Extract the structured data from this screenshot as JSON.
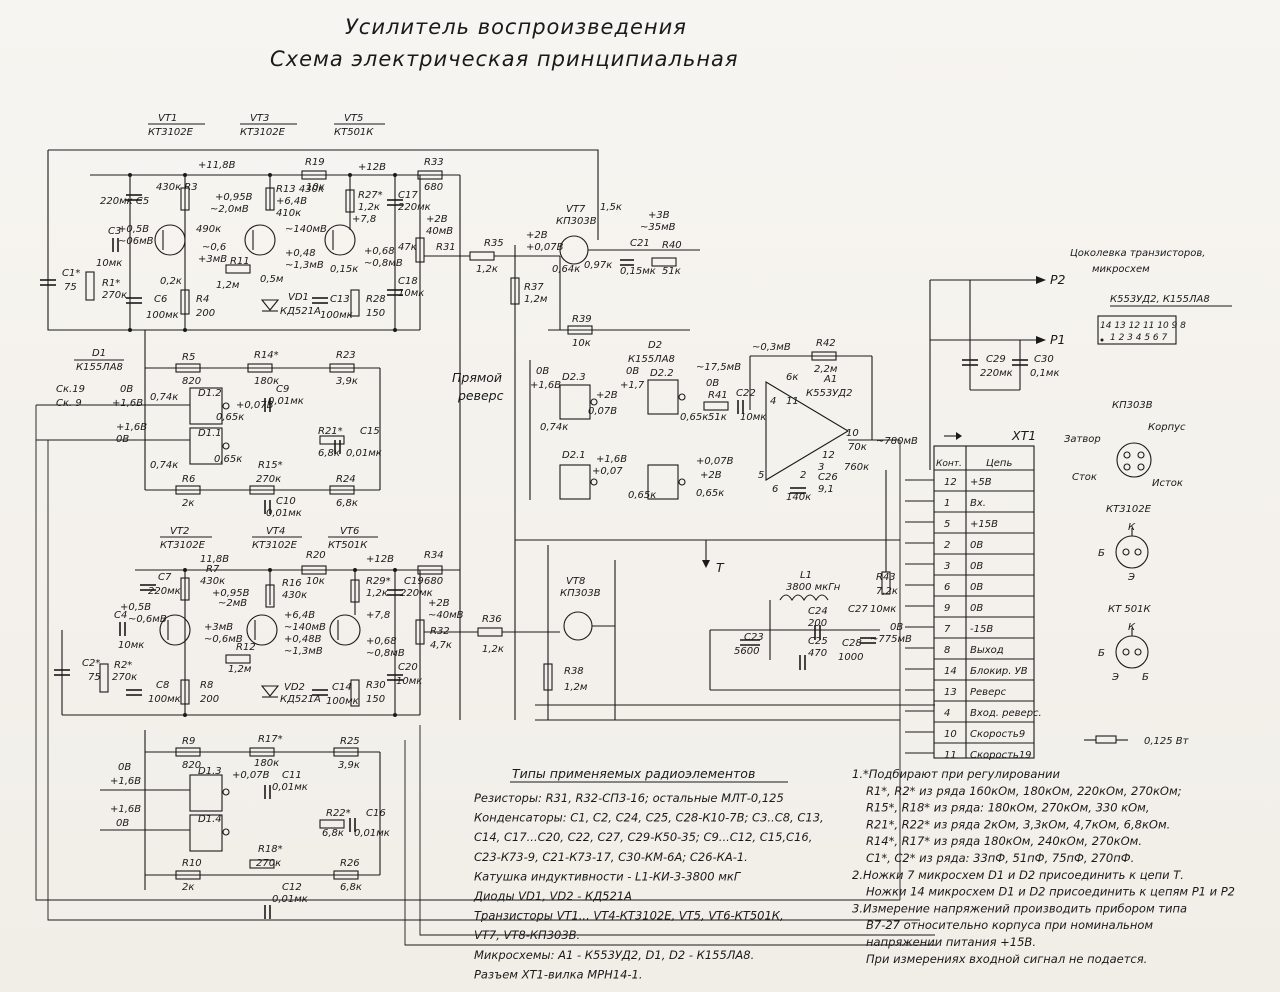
{
  "title": {
    "line1": "Усилитель воспроизведения",
    "line2": "Схема электрическая принципиальная"
  },
  "transistors_top": [
    {
      "ref": "VT1",
      "type": "КТ3102Е"
    },
    {
      "ref": "VT3",
      "type": "КТ3102Е"
    },
    {
      "ref": "VT5",
      "type": "КТ501К"
    }
  ],
  "transistors_bottom": [
    {
      "ref": "VT2",
      "type": "КТ3102Е"
    },
    {
      "ref": "VT4",
      "type": "КТ3102Е"
    },
    {
      "ref": "VT6",
      "type": "КТ501К"
    }
  ],
  "top_channel": {
    "supply_118": "+11,8В",
    "supply_128": "+12В",
    "c5": "220мк С5",
    "r3": "430к R3",
    "v095": "+0,95В",
    "v2mv": "~2,0мВ",
    "r13": "R13 430к",
    "v64": "+6,4В",
    "r13b": "410к",
    "r19": "R19",
    "r19v": "10к",
    "r33": "R33",
    "r33v": "680",
    "r27": "R27*",
    "r27v": "1,2к",
    "c17": "С17",
    "c17v": "220мк",
    "v78": "+7,8",
    "r31": "R31",
    "r31v": "47к",
    "c3": "С3",
    "c3v": "10мк",
    "v05": "+0,5В",
    "v06mv": "~06мВ",
    "r490": "490к",
    "v06": "~0,6",
    "v3mv": "+3мВ",
    "v140mv": "~140мВ",
    "v048": "+0,48",
    "v13mv": "~1,3мВ",
    "v068": "+0,68",
    "v08mv": "~0,8мВ",
    "r11": "R11",
    "r11v": "1,2м",
    "r05m": "0,5м",
    "r015": "0,15к",
    "c1": "С1*",
    "c1v": "75",
    "r1": "R1*",
    "r1v": "270к",
    "r02k": "0,2к",
    "c6": "С6",
    "c6v": "100мк",
    "r4": "R4",
    "r4v": "200",
    "vd1": "VD1",
    "vd1v": "КД521А",
    "c13": "С13",
    "c13v": "100мк",
    "r28": "R28",
    "r28v": "150",
    "c18": "С18",
    "c18v": "10мк",
    "v2b": "+2В",
    "v40mv": "40мВ"
  },
  "bottom_channel": {
    "supply_118": "11,8В",
    "supply_128": "+12В",
    "c7": "С7",
    "c7v": "220мк",
    "r7": "R7",
    "r7v": "430к",
    "v095": "+0,95В",
    "v2mv": "~2мВ",
    "r16": "R16",
    "r16v": "430к",
    "r20": "R20",
    "r20v": "10к",
    "r34": "R34",
    "r34v": "680",
    "r29": "R29*",
    "r29v": "1,2к",
    "c19": "С19",
    "c19v": "220мк",
    "c4": "С4",
    "c4v": "10мк",
    "v05": "+0,5В",
    "v06mv": "~0,6мВ",
    "v3mv": "+3мВ",
    "v06": "~0,6мВ",
    "v64": "+6,4В",
    "v140mv": "~140мВ",
    "v048": "+0,48В",
    "v13mv": "~1,3мВ",
    "v78": "+7,8",
    "v068": "+0,68",
    "v08mv": "~0,8мВ",
    "r12": "R12",
    "r12v": "1,2м",
    "v2b": "+2В",
    "v40mv": "~40мВ",
    "r32": "R32",
    "r32v": "4,7к",
    "r36": "R36",
    "r36v": "1,2к",
    "c2": "С2*",
    "c2v": "75",
    "r2": "R2*",
    "r2v": "270к",
    "c8": "С8",
    "c8v": "100мк",
    "r8": "R8",
    "r8v": "200",
    "vd2": "VD2",
    "vd2v": "КД521А",
    "c14": "С14",
    "c14v": "100мк",
    "r30": "R30",
    "r30v": "150",
    "c20": "С20",
    "c20v": "10мк"
  },
  "d1_logic": {
    "ref": "D1",
    "type": "К155ЛА8",
    "r5": "R5",
    "r5v": "820",
    "r14": "R14*",
    "r14v": "180к",
    "r23": "R23",
    "r23v": "3,9к",
    "sk19": "Ск.19",
    "sk9": "Ск. 9",
    "v0": "0В",
    "v16": "+1,6В",
    "d12": "D1.2",
    "v074": "0,74к",
    "v007": "+0,07В",
    "c9": "С9",
    "c9v": "0,01мк",
    "v065": "0,65к",
    "v16b": "+1,6В",
    "v0b": "0В",
    "d11": "D1.1",
    "r21": "R21*",
    "r21v": "6,8к",
    "c15": "С15",
    "c15v": "0,01мк",
    "v074b": "0,74к",
    "v065b": "0,65к",
    "r15": "R15*",
    "r15v": "270к",
    "r6": "R6",
    "r6v": "2к",
    "c10": "С10",
    "c10v": "0,01мк",
    "r24": "R24",
    "r24v": "6,8к"
  },
  "d1_lower": {
    "r9": "R9",
    "r9v": "820",
    "r17": "R17*",
    "r17v": "180к",
    "r25": "R25",
    "r25v": "3,9к",
    "v0": "0В",
    "v16": "+1,6В",
    "d13": "D1.3",
    "v007": "+0,07В",
    "c11": "С11",
    "c11v": "0,01мк",
    "v16b": "+1,6В",
    "v0b": "0В",
    "d14": "D1.4",
    "r22": "R22*",
    "r22v": "6,8к",
    "c16": "С16",
    "c16v": "0,01мк",
    "r18": "R18*",
    "r18v": "270к",
    "r10": "R10",
    "r10v": "2к",
    "c12": "С12",
    "c12v": "0,01мк",
    "r26": "R26",
    "r26v": "6,8к"
  },
  "center": {
    "vt7": "VT7",
    "vt7v": "КП303В",
    "r15k": "1,5к",
    "r35": "R35",
    "r35v": "1,2к",
    "v2b": "+2В",
    "v007": "+0,07В",
    "v064": "0,64к",
    "v097": "0,97к",
    "v3b": "+3В",
    "v35mv": "~35мВ",
    "c21": "С21",
    "r40": "R40",
    "c21v": "0,15мк",
    "r40v": "51к",
    "r37": "R37",
    "r37v": "1,2м",
    "r39": "R39",
    "r39v": "10к",
    "pryamoy": "Прямой",
    "revers": "реверс",
    "d2": "D2",
    "d2v": "К155ЛА8",
    "v0a": "0В",
    "v16a": "+1,6В",
    "d23": "D2.3",
    "v28": "+2В",
    "v007b": "0,07В",
    "v074": "0,74к",
    "v0b": "0В",
    "v17": "+1,7",
    "d22": "D2.2",
    "v065": "0,65к",
    "v175mv": "~17,5мВ",
    "v0c": "0В",
    "r41": "R41",
    "r41v": "51к",
    "c22": "С22",
    "c22v": "10мк",
    "d21": "D2.1",
    "v16b": "+1,6В",
    "v007c": "+0,07",
    "v0078": "+0,07В",
    "v2bb": "+2В",
    "v065b": "0,65к",
    "v065c": "0,65к",
    "t": "Т",
    "vt8": "VT8",
    "vt8v": "КП303В",
    "r38": "R38",
    "r38v": "1,2м"
  },
  "opamp": {
    "a1": "А1",
    "a1v": "К553УД2",
    "r42": "R42",
    "r42v": "2,2м",
    "v03mv": "~0,3мВ",
    "r6k": "6к",
    "pin11": "11",
    "pin2": "2",
    "pin3": "3",
    "pin4": "4",
    "pin5": "5",
    "pin6": "6",
    "pin10": "10",
    "pin12": "12",
    "v70k": "70к",
    "v760k": "760к",
    "out": "~780мВ",
    "c26": "С26",
    "c26v": "9,1",
    "r140k": "140к",
    "l1": "L1",
    "l1v": "3800 мкГн",
    "c24": "С24",
    "c24v": "200",
    "c23": "С23",
    "c23v": "5600",
    "c25": "С25",
    "c25v": "470",
    "c27": "С27",
    "c27v": "10мк",
    "c28": "С28",
    "c28v": "1000",
    "r43": "R43",
    "r43v": "7,2к",
    "v0b": "0В",
    "v775": "~775мВ",
    "c29": "С29",
    "c29v": "220мк",
    "c30": "С30",
    "c30v": "0,1мк",
    "p1": "Р1",
    "p2": "Р2"
  },
  "connector": {
    "ref": "XT1",
    "col1": "Конт.",
    "col2": "Цепь",
    "rows": [
      {
        "pin": "12",
        "net": "+5В"
      },
      {
        "pin": "1",
        "net": "Вх."
      },
      {
        "pin": "5",
        "net": "+15В"
      },
      {
        "pin": "2",
        "net": "0В"
      },
      {
        "pin": "3",
        "net": "0В"
      },
      {
        "pin": "6",
        "net": "0В"
      },
      {
        "pin": "9",
        "net": "0В"
      },
      {
        "pin": "7",
        "net": "-15В"
      },
      {
        "pin": "8",
        "net": "Выход"
      },
      {
        "pin": "14",
        "net": "Блокир. УВ"
      },
      {
        "pin": "13",
        "net": "Реверс"
      },
      {
        "pin": "4",
        "net": "Вход. реверс."
      },
      {
        "pin": "10",
        "net": "Скорость9"
      },
      {
        "pin": "11",
        "net": "Скорость19"
      }
    ]
  },
  "pinout": {
    "heading1": "Цоколевка транзисторов,",
    "heading2": "микросхем",
    "ic_label": "К553УД2, К155ЛА8",
    "ic_top": "14 13 12 11 10 9 8",
    "ic_bottom": "1 2 3 4 5 6 7",
    "kp303": "КП303В",
    "zatvor": "Затвор",
    "korpus": "Корпус",
    "stok": "Сток",
    "istok": "Исток",
    "kt3102": "КТ3102Е",
    "kt501": "КТ 501К",
    "k1": "К",
    "b1": "Б",
    "e1": "Э",
    "k2": "К",
    "b2": "Б",
    "e2": "Э",
    "b3": "Б",
    "power": "0,125 Вт"
  },
  "types": {
    "heading": "Типы применяемых радиоэлементов",
    "lines": [
      "Резисторы: R31, R32-СП3-16; остальные МЛТ-0,125",
      "Конденсаторы: С1, С2, С24, С25, С28-К10-7В; С3..С8, С13,",
      "С14, С17...С20, С22, С27, С29-К50-35; С9...С12, С15,С16,",
      "С23-К73-9, С21-К73-17, С30-КМ-6А; С26-КА-1.",
      "Катушка индуктивности - L1-КИ-3-3800 мкГ",
      "Диоды VD1, VD2 - КД521А",
      "Транзисторы VT1... VT4-КТ3102Е, VT5, VT6-КТ501К,",
      "VT7, VT8-КП303В.",
      "Микросхемы: А1 - К553УД2, D1, D2 - К155ЛА8.",
      "Разъем ХТ1-вилка МРН14-1."
    ]
  },
  "notes": {
    "lines": [
      "1.*Подбирают при регулировании",
      "R1*, R2* из ряда 160кОм, 180кОм, 220кОм, 270кОм;",
      "R15*, R18* из ряда: 180кОм, 270кОм, 330 кОм,",
      "R21*, R22* из ряда 2кОм, 3,3кОм, 4,7кОм, 6,8кОм.",
      "R14*, R17* из ряда 180кОм, 240кОм, 270кОм.",
      "С1*, С2* из ряда: 33пФ, 51пФ, 75пФ, 270пФ.",
      "2.Ножки 7 микросхем D1 и D2 присоединить к цепи Т.",
      "Ножки 14 микросхем D1 и D2 присоединить к цепям Р1 и Р2",
      "3.Измерение напряжений производить прибором типа",
      "В7-27 относительно корпуса при номинальном",
      "напряжении питания +15В.",
      "При измерениях входной сигнал не подается."
    ]
  }
}
